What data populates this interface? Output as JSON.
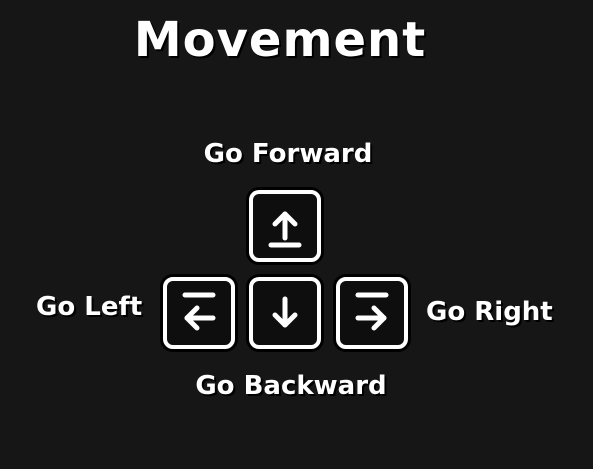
{
  "title": "Movement",
  "controls": {
    "forward": {
      "label": "Go Forward",
      "key_icon": "arrow-up-icon"
    },
    "backward": {
      "label": "Go Backward",
      "key_icon": "arrow-down-icon"
    },
    "left": {
      "label": "Go Left",
      "key_icon": "arrow-left-icon"
    },
    "right": {
      "label": "Go Right",
      "key_icon": "arrow-right-icon"
    }
  },
  "colors": {
    "background": "#161616",
    "foreground": "#ffffff"
  }
}
